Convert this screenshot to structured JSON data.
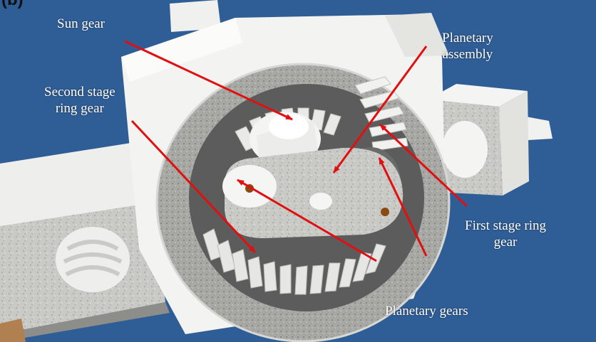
{
  "panel_tag": "(b)",
  "labels": {
    "sun_gear": "Sun gear",
    "second_stage_line1": "Second stage",
    "second_stage_line2": "ring gear",
    "planetary_assembly_line1": "Planetary",
    "planetary_assembly_line2": "assembly",
    "first_stage_line1": "First stage ring",
    "first_stage_line2": "gear",
    "planetary_gears": "Planetary gears"
  },
  "colors": {
    "background": "#2f5d96",
    "arrow": "#e01010",
    "housing": "#f2f2f0",
    "gear_teeth": "#e8e8e6",
    "speckled": "#a9a9a6",
    "pin": "#8a4a12"
  }
}
